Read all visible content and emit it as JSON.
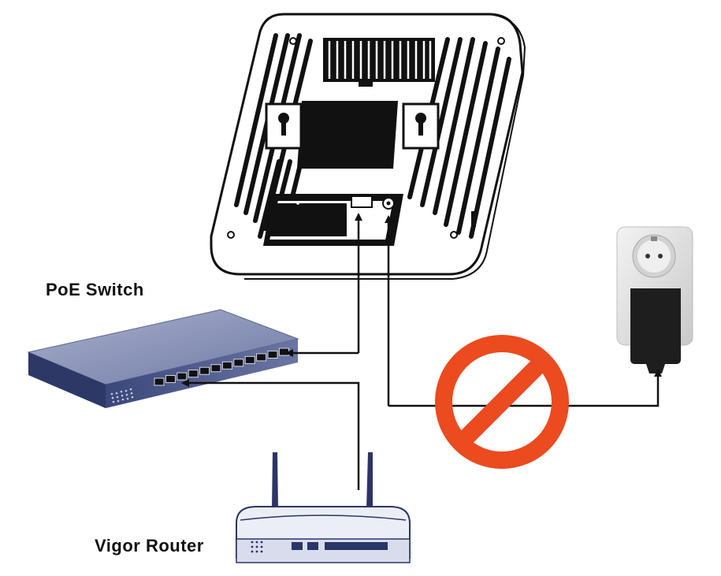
{
  "labels": {
    "poe_switch": "PoE Switch",
    "vigor_router": "Vigor Router"
  },
  "colors": {
    "line": "#111111",
    "prohibited": "#ec4a1f",
    "switch_top": "#8d96b9",
    "switch_front": "#3f4c7e",
    "router_body": "#eceef7",
    "router_stroke": "#2b3566",
    "adapter": "#1e1e1e",
    "outlet": "#e4e4e4"
  },
  "icons": {
    "access_point": "access-point-device",
    "switch": "poe-switch-device",
    "router": "router-device",
    "outlet": "wall-outlet",
    "adapter": "power-adapter",
    "prohibited": "prohibited-sign"
  }
}
